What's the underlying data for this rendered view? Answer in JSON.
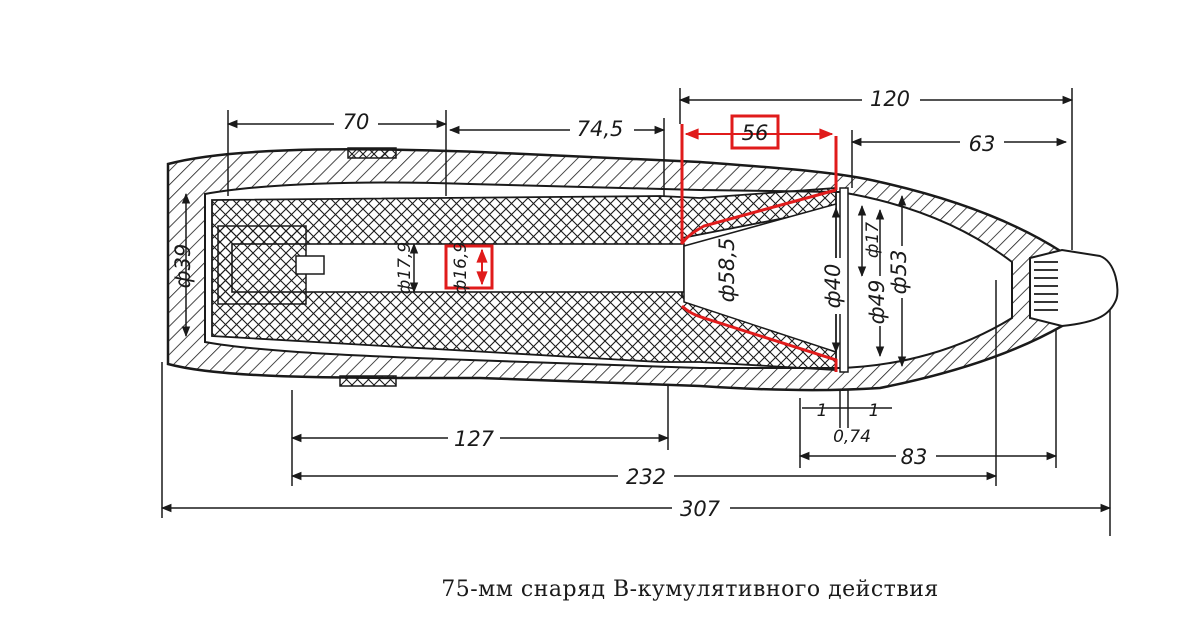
{
  "caption": "75-мм снаряд В-кумулятивного действия",
  "colors": {
    "ink": "#1a1a1a",
    "highlight": "#e01b1b",
    "paper": "#ffffff"
  },
  "dimensions": {
    "len_70": "70",
    "len_74_5": "74,5",
    "len_56": "56",
    "len_120": "120",
    "len_63": "63",
    "dia_39": "ф39",
    "dia_17_9": "ф17,9",
    "dia_16_9": "ф16,9",
    "dia_58_5": "ф58,5",
    "dia_40": "ф40",
    "dia_17": "ф17",
    "dia_49": "ф49",
    "dia_53": "ф53",
    "section_left": "1",
    "section_right": "1",
    "liner_thickness": "0,74",
    "len_127": "127",
    "len_83": "83",
    "len_232": "232",
    "len_307": "307"
  }
}
